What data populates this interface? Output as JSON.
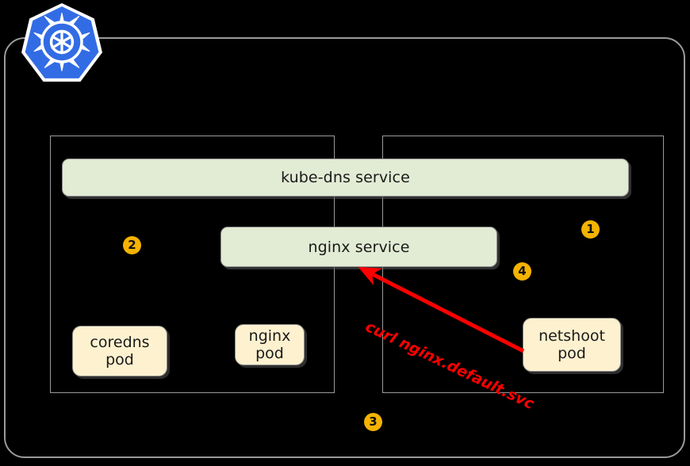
{
  "diagram": {
    "title": "kubernetes-dns-service-diagram",
    "logo": {
      "name": "kubernetes-logo",
      "colors": {
        "fill": "#326ce5",
        "wheel": "#ffffff"
      }
    },
    "colors": {
      "background": "#000000",
      "boundary_border": "#9a9a9a",
      "service_fill": "#e2ebd4",
      "service_border": "#8c8c8c",
      "pod_fill": "#fdf1cf",
      "pod_border": "#8c8c8c",
      "badge_fill": "#f5b301",
      "badge_text": "#111111",
      "arrow": "#ff0000"
    },
    "cluster": {
      "label": ""
    },
    "nodes": [
      {
        "id": "node-left",
        "label": ""
      },
      {
        "id": "node-right",
        "label": ""
      }
    ],
    "services": [
      {
        "id": "kube-dns-service",
        "label": "kube-dns service"
      },
      {
        "id": "nginx-service",
        "label": "nginx service"
      }
    ],
    "pods": [
      {
        "id": "coredns-pod",
        "line1": "coredns",
        "line2": "pod"
      },
      {
        "id": "nginx-pod",
        "line1": "nginx",
        "line2": "pod"
      },
      {
        "id": "netshoot-pod",
        "line1": "netshoot",
        "line2": "pod"
      }
    ],
    "badges": [
      {
        "id": "badge-1",
        "label": "1"
      },
      {
        "id": "badge-2",
        "label": "2"
      },
      {
        "id": "badge-3",
        "label": "3"
      },
      {
        "id": "badge-4",
        "label": "4"
      }
    ],
    "arrow": {
      "id": "curl-arrow",
      "label": "curl nginx.default.svc",
      "from": "netshoot-pod",
      "to": "nginx-service",
      "color": "#ff0000"
    }
  }
}
